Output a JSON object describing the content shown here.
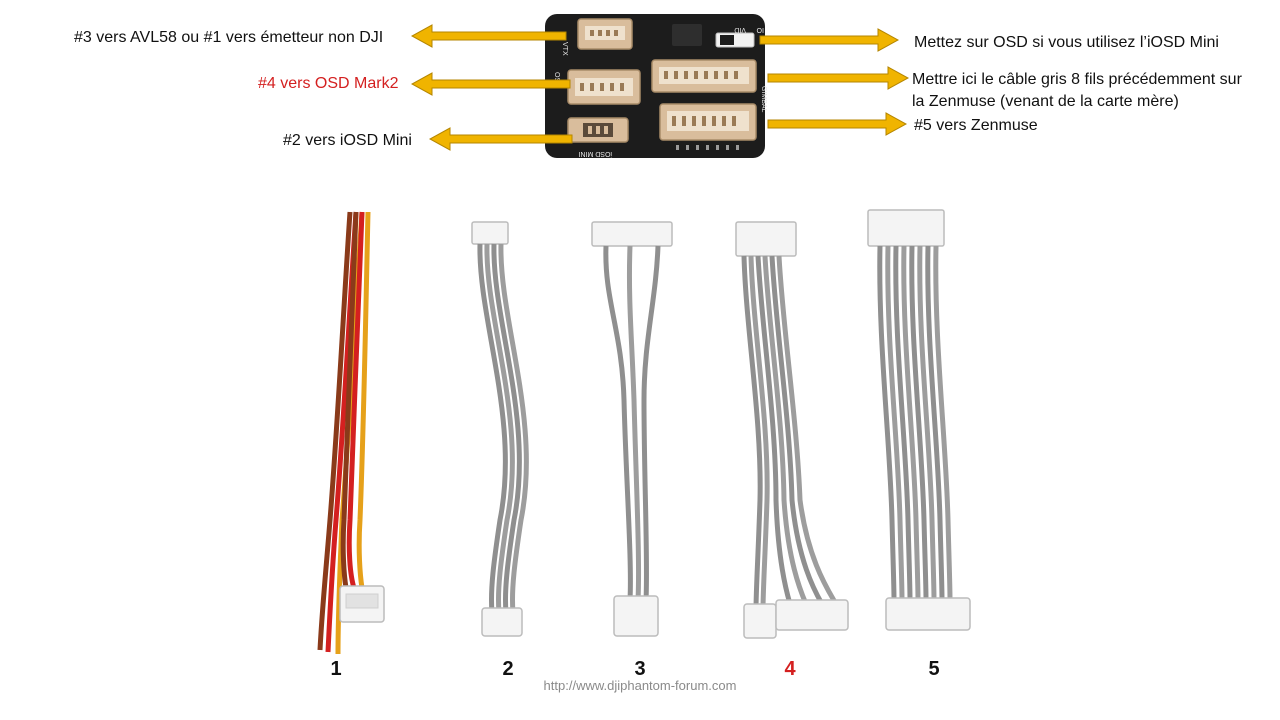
{
  "labels": {
    "vtx_left": "#3 vers AVL58 ou #1 vers émetteur non DJI",
    "osd_mark2": "#4 vers OSD Mark2",
    "iosd_mini": "#2 vers iOSD Mini",
    "switch_note": "Mettez sur OSD si vous utilisez l’iOSD Mini",
    "grey_cable_line1": "Mettre ici le câble gris 8 fils précédemment sur",
    "grey_cable_line2": "la Zenmuse (venant de la carte mère)",
    "zenmuse": "#5 vers Zenmuse"
  },
  "board_silkscreen": {
    "vtx": "VTX",
    "osd": "OSD",
    "iosd_mini": "iOSD MINI",
    "gimbal": "GIMBAL",
    "vid": "VID",
    "io": "IO"
  },
  "cables": [
    {
      "number": "1",
      "color": "#111111"
    },
    {
      "number": "2",
      "color": "#111111"
    },
    {
      "number": "3",
      "color": "#111111"
    },
    {
      "number": "4",
      "color": "#d42020"
    },
    {
      "number": "5",
      "color": "#111111"
    }
  ],
  "colors": {
    "arrow": "#f0b400",
    "board": "#1c1c1c",
    "connector": "#dcc3a6",
    "grey_wire": "#8f8f8f",
    "highlight": "#d42020"
  },
  "watermark": "http://www.djiphantom-forum.com"
}
